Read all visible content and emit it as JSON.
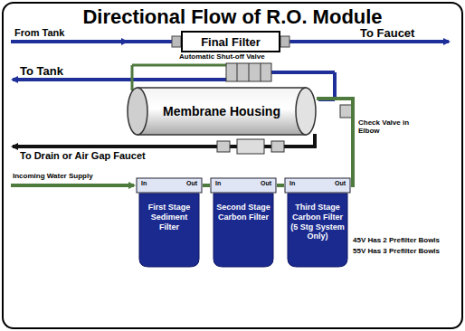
{
  "diagram": {
    "title": "Directional Flow of R.O. Module",
    "nodes": [
      {
        "text": [
          "Final Filter"
        ]
      },
      {
        "text": [
          "Membrane Housing"
        ]
      },
      {
        "text": [
          "In",
          "Out",
          "First Stage Sediment Filter"
        ]
      },
      {
        "text": [
          "In",
          "Out",
          "Second Stage Carbon Filter"
        ]
      },
      {
        "text": [
          "In",
          "Out",
          "Third Stage Carbon Filter (5 Stg System Only)"
        ]
      }
    ],
    "edges": [
      {
        "from": 2,
        "to": 3,
        "arrow": "none"
      },
      {
        "from": 3,
        "to": 4,
        "arrow": "none"
      },
      {
        "from": 4,
        "to": 1,
        "arrow": "none"
      }
    ],
    "labels": [
      "From Tank",
      "To Faucet",
      "Automatic Shut-off Valve",
      "To Tank",
      "To Drain or Air Gap Faucet",
      "Check Valve in Elbow",
      "Incoming Water Supply",
      "45V Has 2 Prefilter Bowls",
      "55V Has 3 Prefilter Bowls"
    ]
  }
}
